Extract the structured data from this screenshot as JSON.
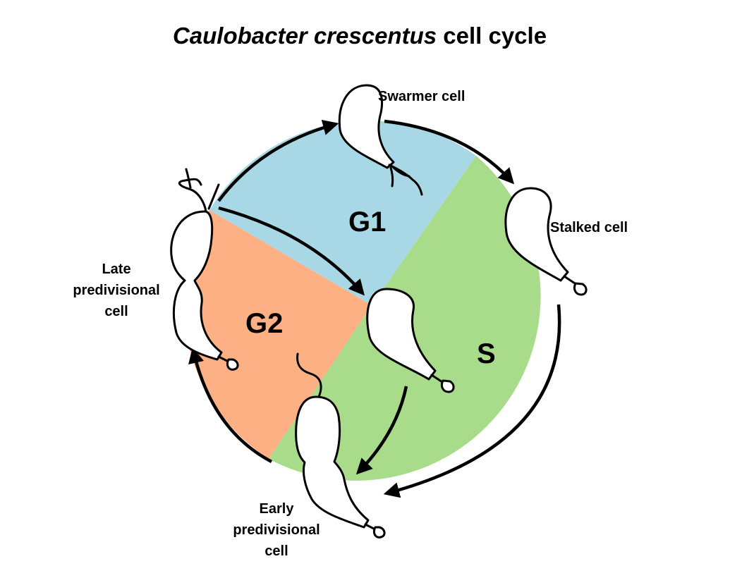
{
  "title": {
    "italic": "Caulobacter crescentus",
    "rest": "cell cycle"
  },
  "phases": {
    "g1": "G1",
    "s": "S",
    "g2": "G2"
  },
  "colors": {
    "g1": "#a8d8e6",
    "s": "#a8dc8a",
    "g2": "#fcb083"
  },
  "cells": {
    "swarmer": "Swarmer cell",
    "stalked": "Stalked cell",
    "late_predivisional": [
      "Late",
      "predivisional",
      "cell"
    ],
    "early_predivisional": [
      "Early",
      "predivisional",
      "cell"
    ]
  }
}
